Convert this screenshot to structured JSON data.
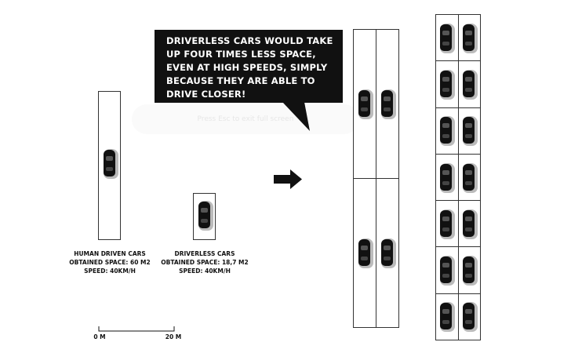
{
  "callout": {
    "text": "DRIVERLESS CARS WOULD TAKE UP FOUR TIMES LESS SPACE, EVEN AT HIGH SPEEDS, SIMPLY BECAUSE THEY ARE ABLE TO DRIVE CLOSER!"
  },
  "fullscreen_hint": "Press Esc to exit full screen",
  "human": {
    "title": "HUMAN DRIVEN CARS",
    "space": "OBTAINED SPACE: 60 M2",
    "speed": "SPEED: 40KM/H"
  },
  "driverless": {
    "title": "DRIVERLESS CARS",
    "space": "OBTAINED SPACE: 18,7 M2",
    "speed": "SPEED: 40KM/H"
  },
  "scale": {
    "start": "0 M",
    "end": "20 M"
  },
  "grids": {
    "human_rows": 2,
    "driverless_rows": 7,
    "columns": 2
  }
}
